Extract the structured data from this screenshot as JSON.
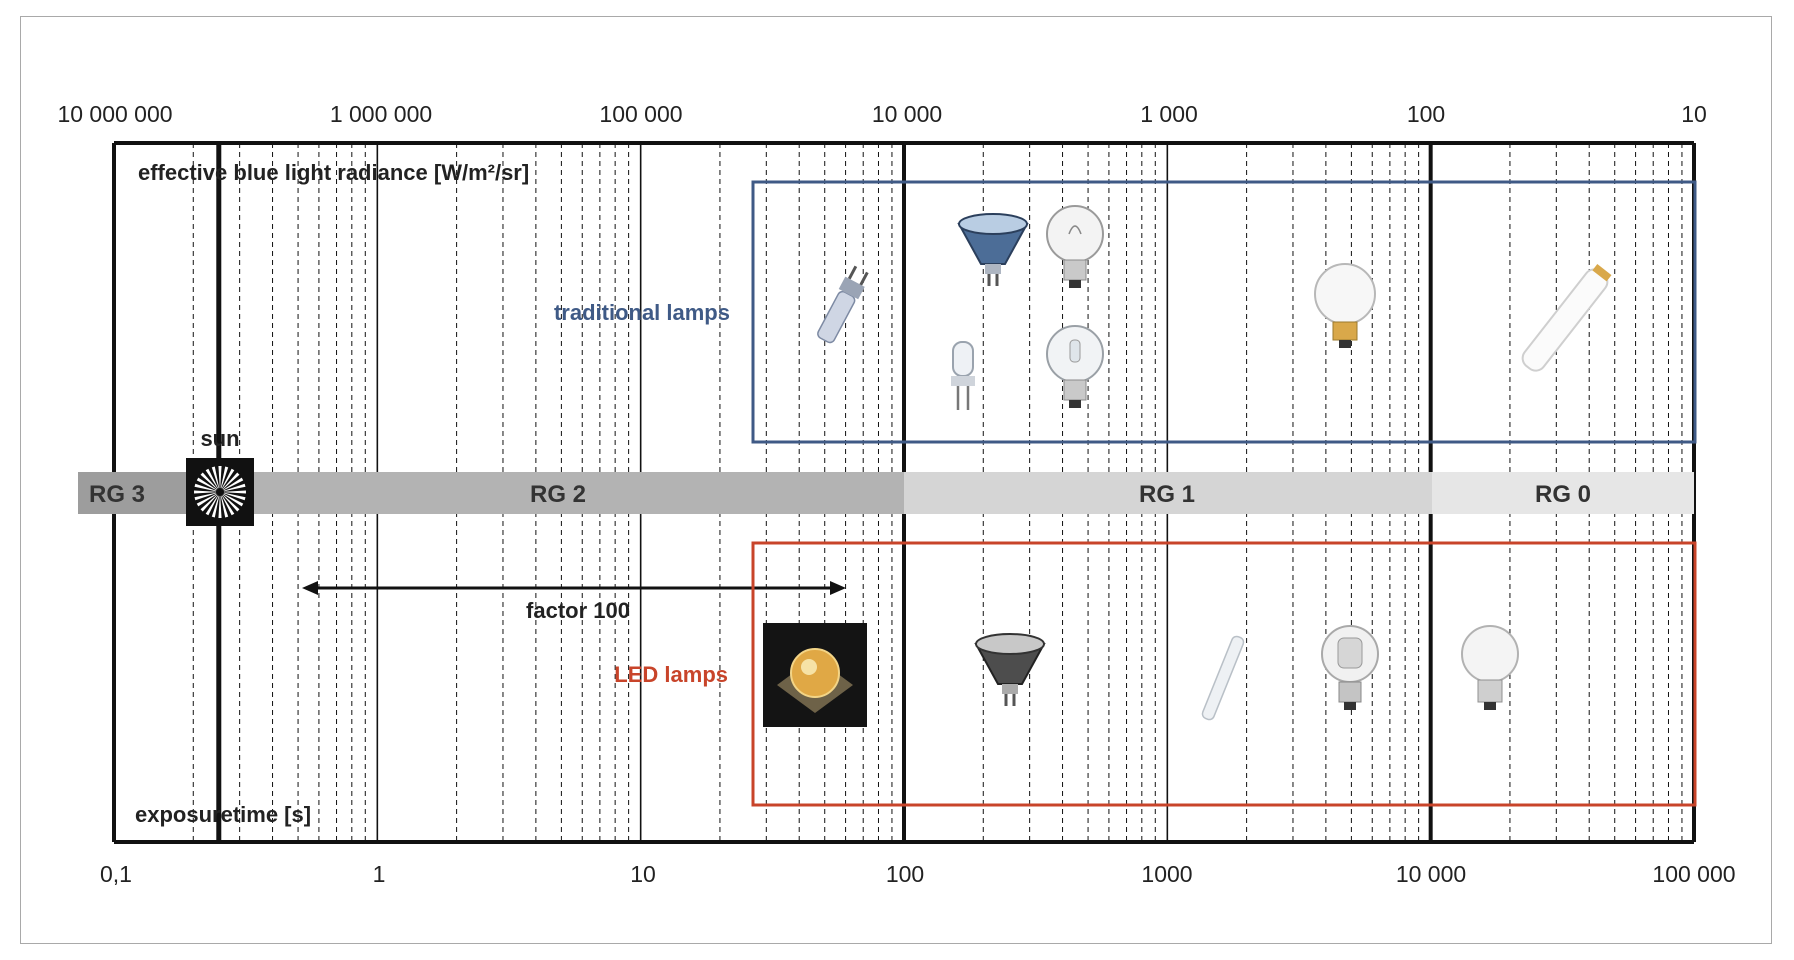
{
  "chart_data": {
    "type": "scatter",
    "top_axis": {
      "label": "effective blue light radiance [W/m²/sr]",
      "ticks": [
        "10 000 000",
        "1 000 000",
        "100 000",
        "10 000",
        "1 000",
        "100",
        "10"
      ],
      "range": [
        10000000,
        10
      ],
      "scale": "log"
    },
    "bottom_axis": {
      "label": "exposuretime [s]",
      "ticks": [
        "0,1",
        "1",
        "10",
        "100",
        "1000",
        "10 000",
        "100 000"
      ],
      "range": [
        0.1,
        100000
      ],
      "scale": "log"
    },
    "risk_groups": [
      {
        "label": "RG 3",
        "from": 0.1,
        "to": 0.25
      },
      {
        "label": "RG 2",
        "from": 0.25,
        "to": 100
      },
      {
        "label": "RG 1",
        "from": 100,
        "to": 10000
      },
      {
        "label": "RG 0",
        "from": 10000,
        "to": 100000
      }
    ],
    "sun": {
      "label": "sun",
      "exposure_s": 0.25
    },
    "factor_arrow": {
      "label": "factor 100",
      "from": 0.55,
      "to": 60
    },
    "groups": [
      {
        "label": "traditional lamps",
        "color": "#3f5a86",
        "from": 25,
        "to": 100000,
        "lamps": [
          {
            "icon": "halogen-capsule-icon",
            "exposure_s": 55
          },
          {
            "icon": "reflector-lamp-icon",
            "exposure_s": 230
          },
          {
            "icon": "clear-bulb-icon",
            "exposure_s": 630
          },
          {
            "icon": "halogen-pin-icon",
            "exposure_s": 230
          },
          {
            "icon": "halogen-bulb-icon",
            "exposure_s": 630
          },
          {
            "icon": "frosted-bulb-icon",
            "exposure_s": 6600
          },
          {
            "icon": "fluorescent-tube-icon",
            "exposure_s": 38000
          }
        ]
      },
      {
        "label": "LED lamps",
        "color": "#c8442a",
        "from": 25,
        "to": 100000,
        "lamps": [
          {
            "icon": "led-chip-icon",
            "exposure_s": 50
          },
          {
            "icon": "led-reflector-icon",
            "exposure_s": 250
          },
          {
            "icon": "led-tube-icon",
            "exposure_s": 2100
          },
          {
            "icon": "led-corn-bulb-icon",
            "exposure_s": 6000
          },
          {
            "icon": "led-classic-bulb-icon",
            "exposure_s": 18000
          }
        ]
      }
    ]
  }
}
